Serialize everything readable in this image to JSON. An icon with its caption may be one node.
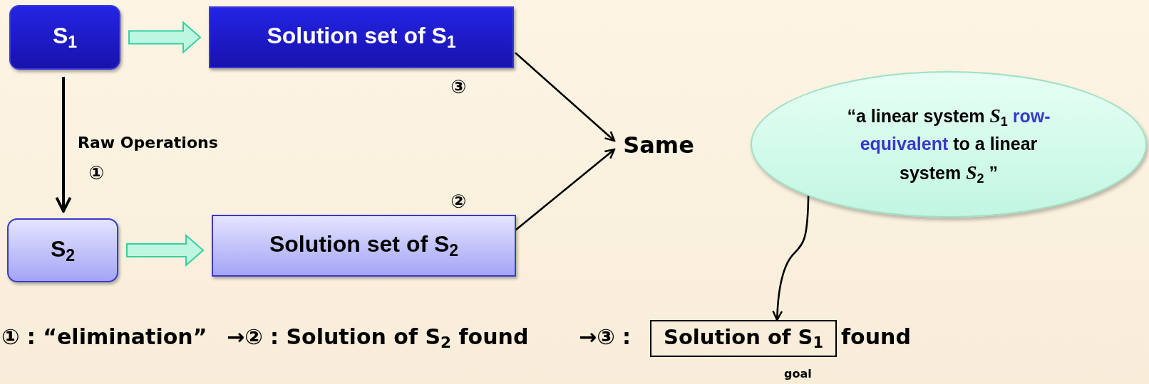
{
  "diagram": {
    "nodes": [
      {
        "text": [
          "S$_{1}$"
        ]
      },
      {
        "text": [
          "Solution set of S$_{1}$"
        ]
      },
      {
        "text": [
          "S$_{2}$"
        ]
      },
      {
        "text": [
          "Solution set of S$_{2}$"
        ]
      },
      {
        "text": [
          "Same"
        ]
      },
      {
        "text": [
          "“a linear system *S*$_{1}$ **row-equivalent** to a linear system *S*$_{2}$ ”"
        ]
      },
      {
        "text": [
          "Solution of S$_{1}$"
        ],
        "beside": [
          "goal"
        ]
      }
    ],
    "edges": [
      {
        "from": 0,
        "to": 1,
        "arrow": "to",
        "style": "thick",
        "color": "#bdf7e2"
      },
      {
        "from": 2,
        "to": 3,
        "arrow": "to",
        "style": "thick",
        "color": "#bdf7e2"
      },
      {
        "from": 0,
        "to": 2,
        "arrow": "to",
        "label": "Raw Operations"
      },
      {
        "from": 1,
        "to": 4,
        "arrow": "to"
      },
      {
        "from": 3,
        "to": 4,
        "arrow": "to"
      },
      {
        "from": 5,
        "to": 6,
        "arrow": "to"
      }
    ],
    "labels": [
      "③",
      "①",
      "②",
      "① : “elimination”",
      "→② : Solution of S$_{2}$ found",
      "→③ :",
      "found"
    ]
  }
}
